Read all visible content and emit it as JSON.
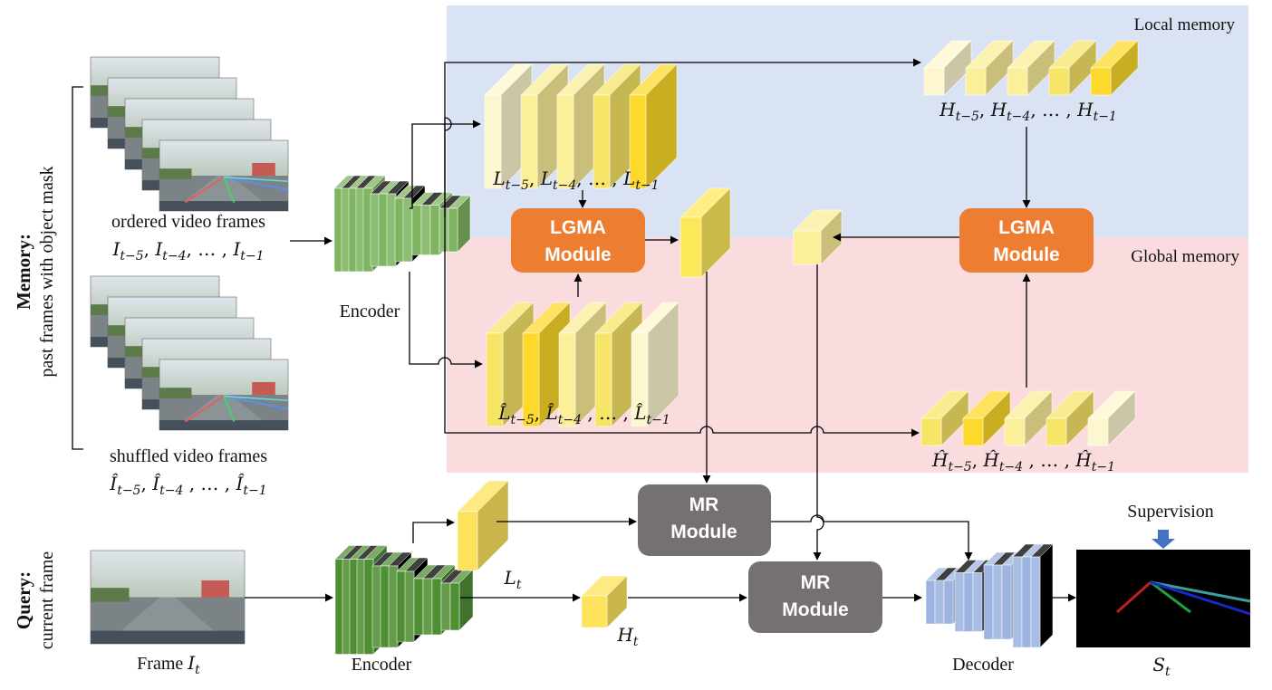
{
  "regions": {
    "local_memory": "Local memory",
    "global_memory": "Global memory"
  },
  "side_labels": {
    "memory_title": "Memory:",
    "memory_sub": "past frames with object mask",
    "query_title": "Query:",
    "query_sub": "current frame"
  },
  "inputs": {
    "ordered_caption": "ordered video frames",
    "ordered_seq": [
      "I",
      "t−5",
      ", ",
      "I",
      "t−4",
      ", … , ",
      "I",
      "t−1"
    ],
    "shuffled_caption": "shuffled video frames",
    "shuffled_seq": [
      "Î",
      "t−5",
      ", ",
      "Î",
      "t−4",
      " , … , ",
      "Î",
      "t−1"
    ],
    "frame_label_prefix": "Frame ",
    "frame_var": "I",
    "frame_sub": "t"
  },
  "encoders": {
    "memory_encoder": "Encoder",
    "query_encoder": "Encoder"
  },
  "features": {
    "L_seq": [
      "L",
      "t−5",
      ", ",
      "L",
      "t−4",
      ", … , ",
      "L",
      "t−1"
    ],
    "Lhat_seq": [
      "L̂",
      "t−5",
      ", ",
      "L̂",
      "t−4",
      " , … , ",
      "L̂",
      "t−1"
    ],
    "H_seq": [
      "H",
      "t−5",
      ", ",
      "H",
      "t−4",
      ", … , ",
      "H",
      "t−1"
    ],
    "Hhat_seq": [
      "Ĥ",
      "t−5",
      ", ",
      "Ĥ",
      "t−4",
      " , … , ",
      "Ĥ",
      "t−1"
    ],
    "Lt": [
      "L",
      "t"
    ],
    "Ht": [
      "H",
      "t"
    ],
    "St": [
      "S",
      "t"
    ]
  },
  "modules": {
    "lgma_local": [
      "LGMA",
      "Module"
    ],
    "lgma_global": [
      "LGMA",
      "Module"
    ],
    "mr_top": [
      "MR",
      "Module"
    ],
    "mr_bottom": [
      "MR",
      "Module"
    ]
  },
  "decoder": "Decoder",
  "supervision": "Supervision",
  "colors": {
    "local_bg": "#dae3f3",
    "global_bg": "#fadcde",
    "lgma": "#ed7d31",
    "mr": "#767171",
    "encoder_memory": "#7fb461",
    "encoder_query": "#4f8f34",
    "decoder": "#9db4e0",
    "supervision_arrow": "#4472c4"
  }
}
